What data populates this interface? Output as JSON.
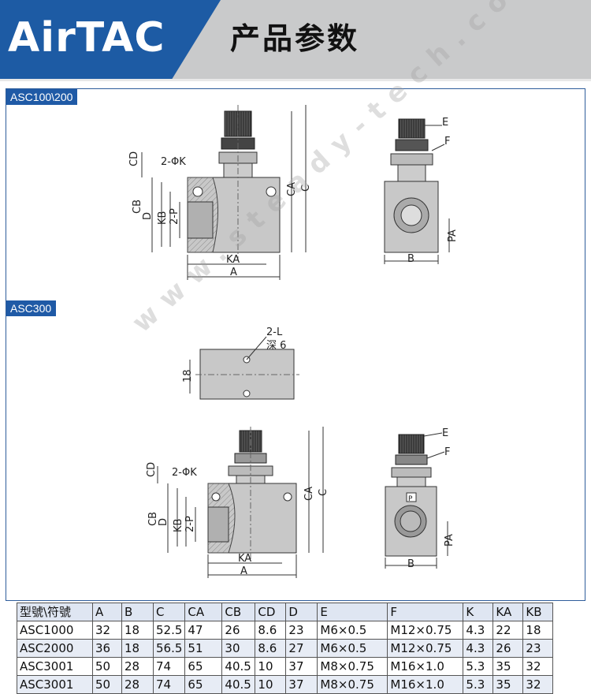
{
  "header": {
    "logo": "AirTAC",
    "title": "产品参数"
  },
  "sections": [
    {
      "tag": "ASC100\\200"
    },
    {
      "tag": "ASC300"
    }
  ],
  "drawing_labels": {
    "s1_front": [
      "CD",
      "2-ΦK",
      "CB",
      "D",
      "KB",
      "2-P",
      "CA",
      "C",
      "KA",
      "A"
    ],
    "s1_side": [
      "E",
      "F",
      "PA",
      "B"
    ],
    "s2_top": [
      "2-L",
      "深 6",
      "18"
    ],
    "s2_front": [
      "CD",
      "2-ΦK",
      "CB",
      "D",
      "KB",
      "2-P",
      "CA",
      "C",
      "KA",
      "A"
    ],
    "s2_side": [
      "E",
      "F",
      "P",
      "PA",
      "B"
    ]
  },
  "watermark": "www.steady-tech.com",
  "table": {
    "columns": [
      "型號\\符號",
      "A",
      "B",
      "C",
      "CA",
      "CB",
      "CD",
      "D",
      "E",
      "F",
      "K",
      "KA",
      "KB"
    ],
    "rows": [
      [
        "ASC1000",
        "32",
        "18",
        "52.5",
        "47",
        "26",
        "8.6",
        "23",
        "M6×0.5",
        "M12×0.75",
        "4.3",
        "22",
        "18"
      ],
      [
        "ASC2000",
        "36",
        "18",
        "56.5",
        "51",
        "30",
        "8.6",
        "27",
        "M6×0.5",
        "M12×0.75",
        "4.3",
        "26",
        "23"
      ],
      [
        "ASC3001",
        "50",
        "28",
        "74",
        "65",
        "40.5",
        "10",
        "37",
        "M8×0.75",
        "M16×1.0",
        "5.3",
        "35",
        "32"
      ],
      [
        "ASC3001",
        "50",
        "28",
        "74",
        "65",
        "40.5",
        "10",
        "37",
        "M8×0.75",
        "M16×1.0",
        "5.3",
        "35",
        "32"
      ]
    ]
  }
}
